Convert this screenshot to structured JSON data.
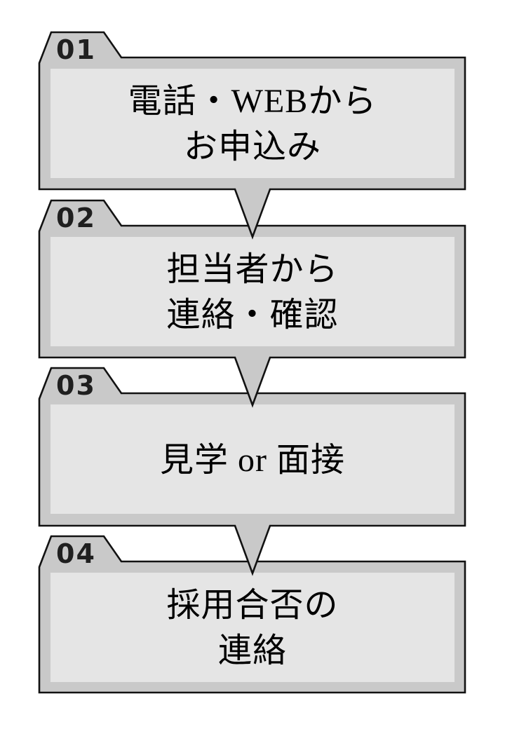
{
  "diagram": {
    "steps": [
      {
        "number": "01",
        "line1": "電話・WEBから",
        "line2": "お申込み"
      },
      {
        "number": "02",
        "line1": "担当者から",
        "line2": "連絡・確認"
      },
      {
        "number": "03",
        "line1": "見学 or 面接",
        "line2": ""
      },
      {
        "number": "04",
        "line1": "採用合否の",
        "line2": "連絡"
      }
    ],
    "colors": {
      "box_border_fill": "#c9c9c9",
      "box_inner_fill": "#e5e5e5",
      "outline": "#121212",
      "number_color": "#1f1f1f",
      "text_color": "#000000"
    }
  }
}
